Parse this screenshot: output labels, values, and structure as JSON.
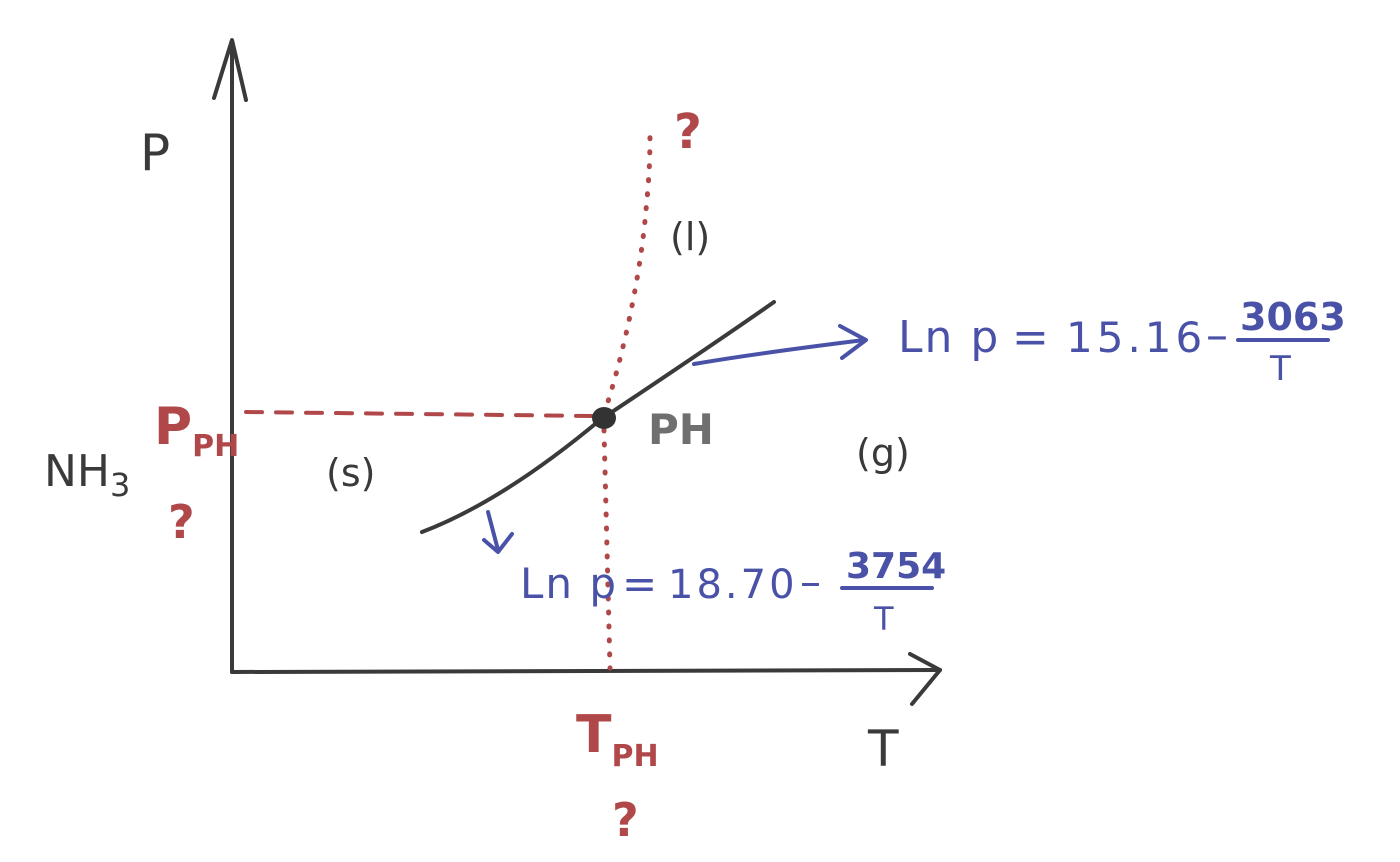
{
  "substance": "NH",
  "substance_subscript": "3",
  "axes": {
    "y_label": "P",
    "x_label": "T"
  },
  "regions": {
    "solid": "(s)",
    "liquid": "(l)",
    "gas": "(g)"
  },
  "triple_point": {
    "label": "PH",
    "p_label": "P",
    "p_sub": "PH",
    "t_label": "T",
    "t_sub": "PH",
    "unknown_mark": "?"
  },
  "equations": {
    "gas_liquid": {
      "lhs": "Ln p",
      "eq": "=",
      "constant": "15.16",
      "minus": "–",
      "numerator": "3063",
      "denominator": "T"
    },
    "gas_solid": {
      "lhs": "Ln p",
      "eq": "=",
      "constant": "18.70",
      "minus": "–",
      "numerator": "3754",
      "denominator": "T"
    }
  },
  "colors": {
    "ink": "#3a3a3a",
    "red": "#b0484a",
    "blue": "#4a52a8",
    "grey": "#6f6f6f"
  }
}
